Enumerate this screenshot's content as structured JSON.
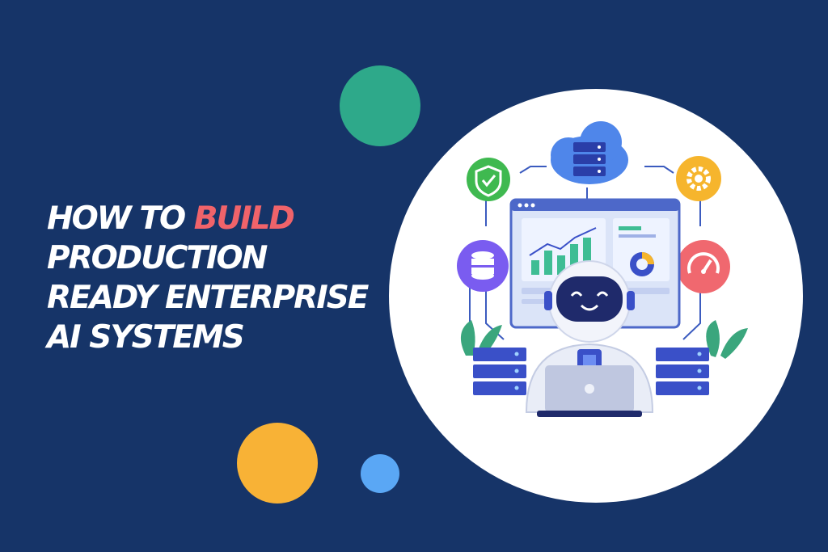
{
  "headline": {
    "prefix": "HOW TO ",
    "accent": "BUILD",
    "line2": "PRODUCTION",
    "line3": "READY ENTERPRISE",
    "line4": "AI SYSTEMS"
  },
  "colors": {
    "background": "#163468",
    "accent_text": "#f0636a",
    "dot_green": "#2ea98a",
    "dot_yellow": "#f8b236",
    "dot_blue": "#5aa7f5",
    "shield_badge": "#3fb950",
    "database_badge": "#7a5cf0",
    "gear_badge": "#f6b52d",
    "speed_badge": "#f0686f",
    "cloud": "#4f86ea",
    "servers": "#3a50c8"
  },
  "illustration": {
    "icons": [
      "cloud-server-icon",
      "shield-check-icon",
      "gear-icon",
      "database-icon",
      "speedometer-icon",
      "dashboard-window",
      "robot-figure",
      "laptop",
      "server-rack",
      "plant"
    ]
  }
}
